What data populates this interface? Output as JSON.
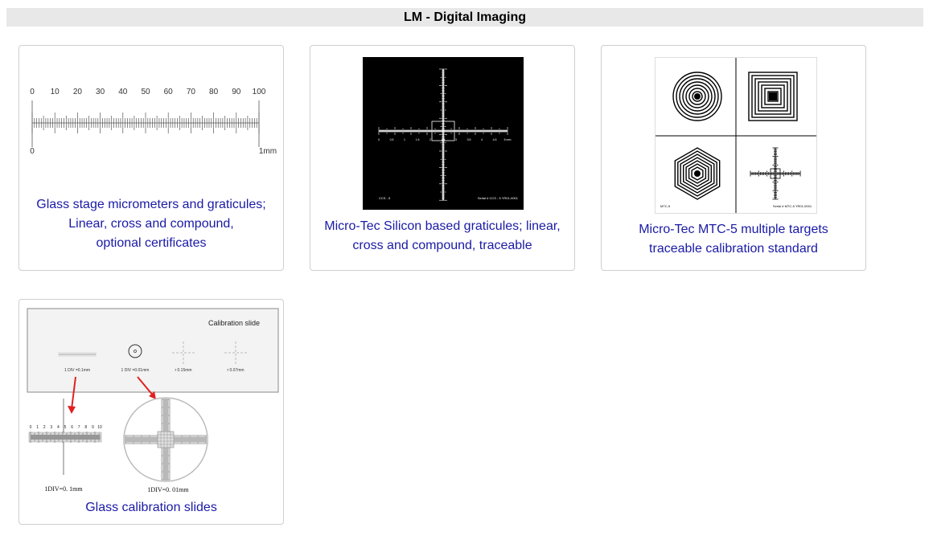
{
  "header": {
    "title": "LM - Digital Imaging"
  },
  "cards": [
    {
      "lines": [
        "Glass stage micrometers and graticules;",
        "Linear, cross and compound,",
        "optional certificates"
      ],
      "image": {
        "ticks": [
          "0",
          "10",
          "20",
          "30",
          "40",
          "50",
          "60",
          "70",
          "80",
          "90",
          "100"
        ],
        "left_label": "0",
        "unit_label": "1mm"
      }
    },
    {
      "lines": [
        "Micro-Tec Silicon based graticules; linear,",
        "cross and compound, traceable"
      ],
      "image": {
        "x_labels": [
          "0",
          "0.5",
          "1",
          "1.5",
          "2",
          "2.5",
          "3",
          "3.5",
          "4",
          "4.5",
          "5 mm"
        ],
        "corner_left": "CCS - 5",
        "corner_right": "Serial # CCS - 5 YR01-0001"
      }
    },
    {
      "lines": [
        "Micro-Tec MTC-5 multiple targets",
        "traceable calibration standard"
      ],
      "image": {
        "corner_left": "MTC-5",
        "corner_right": "Serial # MTC-5 YR01-0001"
      }
    },
    {
      "lines": [
        "Glass calibration slides"
      ],
      "image": {
        "title": "Calibration slide",
        "labels": [
          "1 DIV =0.1mm",
          "1 DIV =0.01mm",
          "r 0.15mm",
          "r 0.07mm"
        ],
        "bottom_left": "1DIV=0. 1mm",
        "bottom_right": "1DIV=0. 01mm",
        "scale_numbers": [
          "0",
          "1",
          "2",
          "3",
          "4",
          "5",
          "6",
          "7",
          "8",
          "9",
          "10"
        ]
      }
    }
  ]
}
